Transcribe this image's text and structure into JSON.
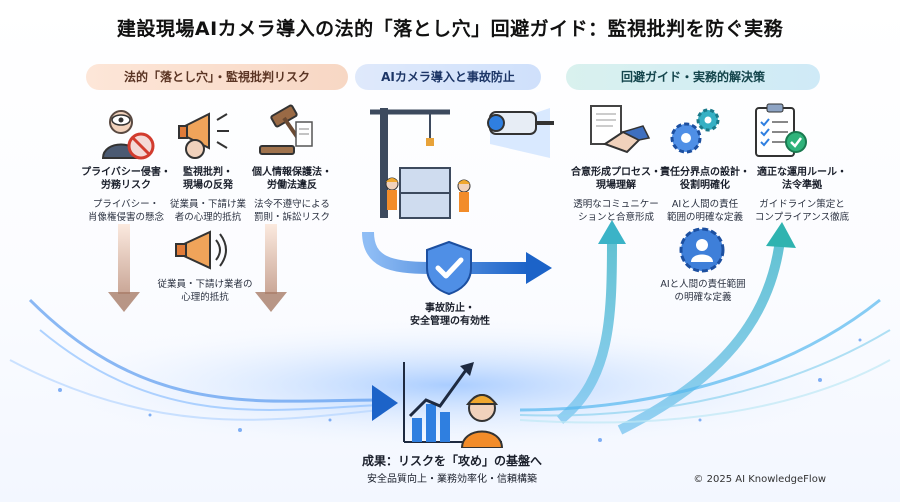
{
  "title": "建設現場AIカメラ導入の法的「落とし穴」回避ガイド：監視批判を防ぐ実務",
  "sections": {
    "left": "法的「落とし穴」・監視批判リスク",
    "middle": "AIカメラ導入と事故防止",
    "right": "回避ガイド・実務的解決策"
  },
  "risks": [
    {
      "title": "プライバシー侵害・\n労務リスク",
      "desc": "プライバシー・\n肖像権侵害の懸念"
    },
    {
      "title": "監視批判・\n現場の反発",
      "desc": "従業員・下請け業\n者の心理的抵抗"
    },
    {
      "title": "個人情報保護法・\n労働法違反",
      "desc": "法令不遵守による\n罰則・訴訟リスク"
    },
    {
      "title": "",
      "desc": "従業員・下請け業者の\n心理的抵抗"
    }
  ],
  "middle_label": "事故防止・\n安全管理の有効性",
  "solutions": [
    {
      "title": "合意形成プロセス・\n現場理解",
      "desc": "透明なコミュニケー\nションと合意形成"
    },
    {
      "title": "責任分界点の設計・\n役割明確化",
      "desc": "AIと人間の責任\n範囲の明確な定義"
    },
    {
      "title": "適正な運用ルール・\n法令準拠",
      "desc": "ガイドライン策定と\nコンプライアンス徹底"
    },
    {
      "title": "",
      "desc": "AIと人間の責任範囲\nの明確な定義"
    }
  ],
  "outcome": {
    "title": "成果：リスクを「攻め」の基盤へ",
    "subtitle": "安全品質向上・業務効率化・信頼構築"
  },
  "copyright": "© 2025 AI KnowledgeFlow",
  "colors": {
    "left_accent": "#f3c6a8",
    "middle_accent": "#2f7fe0",
    "right_accent": "#26b3b0"
  }
}
